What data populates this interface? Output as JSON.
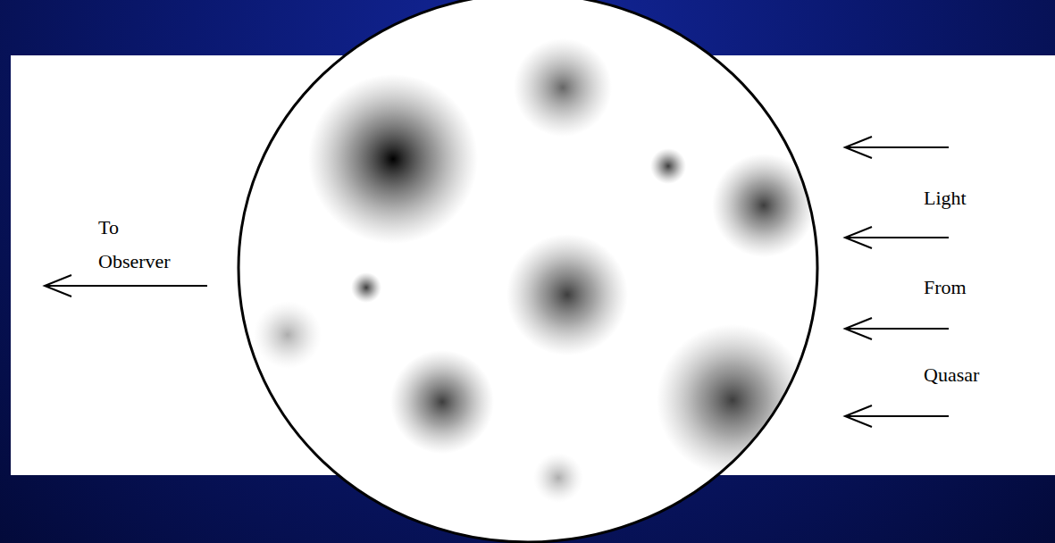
{
  "diagram": {
    "labels": [
      "To Observer",
      "Light",
      "From",
      "Quasar"
    ]
  }
}
